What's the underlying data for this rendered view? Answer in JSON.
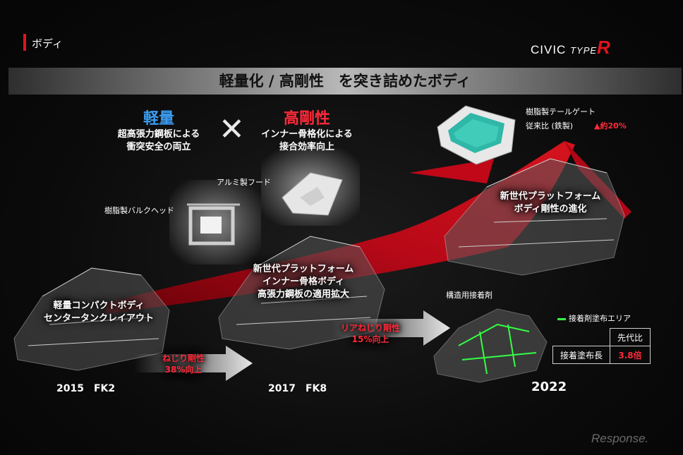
{
  "header": {
    "section_title": "ボディ",
    "brand_civic": "CIVIC",
    "brand_type": "TYPE",
    "brand_r": "R"
  },
  "banner": {
    "title": "軽量化 / 高剛性　を突き詰めたボディ"
  },
  "concepts": {
    "light": {
      "heading": "軽量",
      "line1": "超高張力鋼板による",
      "line2": "衝突安全の両立"
    },
    "cross": "✕",
    "rigid": {
      "heading": "高剛性",
      "line1": "インナー骨格化による",
      "line2": "接合効率向上"
    }
  },
  "parts": {
    "hood_label": "アルミ製フード",
    "bulkhead_label": "樹脂製バルクヘッド",
    "tailgate_label": "樹脂製テールゲート",
    "tailgate_compare": "従来比 (鉄製)",
    "tailgate_value": "▲約20%",
    "adhesive_label": "構造用接着剤"
  },
  "generations": [
    {
      "year": "2015　FK2",
      "line1": "軽量コンパクトボディ",
      "line2": "センタータンクレイアウト"
    },
    {
      "year": "2017　FK8",
      "line1": "新世代プラットフォーム",
      "line2": "インナー骨格ボディ",
      "line3": "高張力鋼板の適用拡大"
    },
    {
      "year": "2022",
      "line1": "新世代プラットフォーム",
      "line2": "ボディ剛性の進化"
    }
  ],
  "arrows": [
    {
      "line1": "ねじり剛性",
      "line2": "38%向上"
    },
    {
      "line1": "リアねじり剛性",
      "line2": "15%向上"
    }
  ],
  "adhesive_table": {
    "legend": "接着剤塗布エリア",
    "header": "先代比",
    "row_label": "接着塗布長",
    "row_value": "3.8倍"
  },
  "watermark": "Response."
}
